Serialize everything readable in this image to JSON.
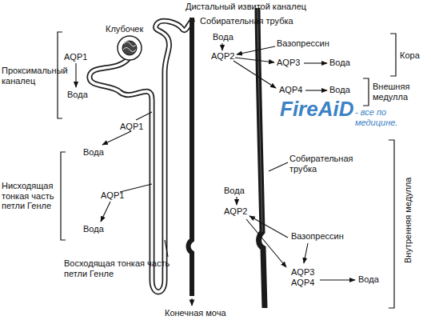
{
  "diagram": {
    "labels": [
      "Дистальный извитой каналец",
      "Клубочек",
      "Собирательная трубка",
      "Проксимальный каналец",
      "AQP1",
      "Вода",
      "AQP1",
      "Вода",
      "Нисходящая тонкая часть петли Генле",
      "AQP1",
      "Вода",
      "Восходящая тонкая часть петли Генле",
      "Конечная моча",
      "Вода",
      "AQP2",
      "Вазопрессин",
      "AQP3",
      "Вода",
      "Кора",
      "AQP4",
      "Вода",
      "Внешняя медулла",
      "FireAiD",
      "- все по медицине.",
      "Собирательная трубка",
      "Вода",
      "AQP2",
      "Вазопрессин",
      "AQP3 AQP4",
      "Вода",
      "Внутренняя медулла"
    ]
  }
}
